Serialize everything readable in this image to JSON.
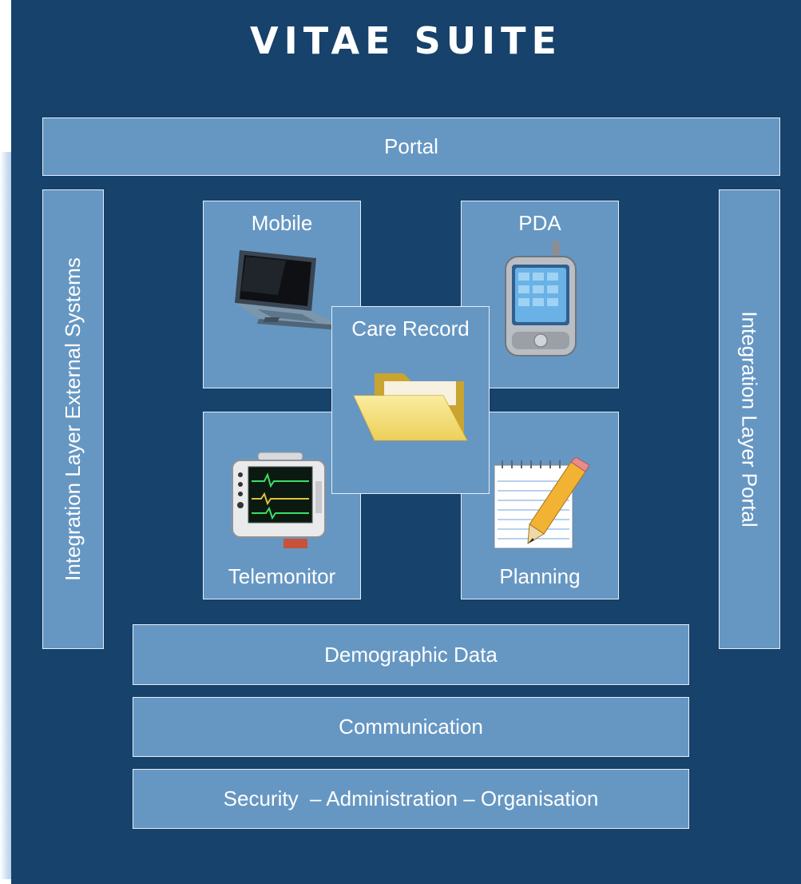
{
  "title": "VITAE SUITE",
  "blocks": {
    "portal": "Portal",
    "integration_left": "Integration Layer External Systems",
    "integration_right": "Integration Layer Portal",
    "mobile": "Mobile",
    "pda": "PDA",
    "care_record": "Care Record",
    "telemonitor": "Telemonitor",
    "planning": "Planning",
    "demographic": "Demographic Data",
    "communication": "Communication",
    "security": "Security  – Administration – Organisation"
  },
  "icons": {
    "mobile": "laptop-icon",
    "pda": "pda-phone-icon",
    "care_record": "folder-icon",
    "telemonitor": "patient-monitor-icon",
    "planning": "notepad-pencil-icon"
  },
  "colors": {
    "background": "#16426b",
    "box_fill": "#6697c3",
    "box_border": "#e6eef7",
    "text": "#ffffff"
  }
}
